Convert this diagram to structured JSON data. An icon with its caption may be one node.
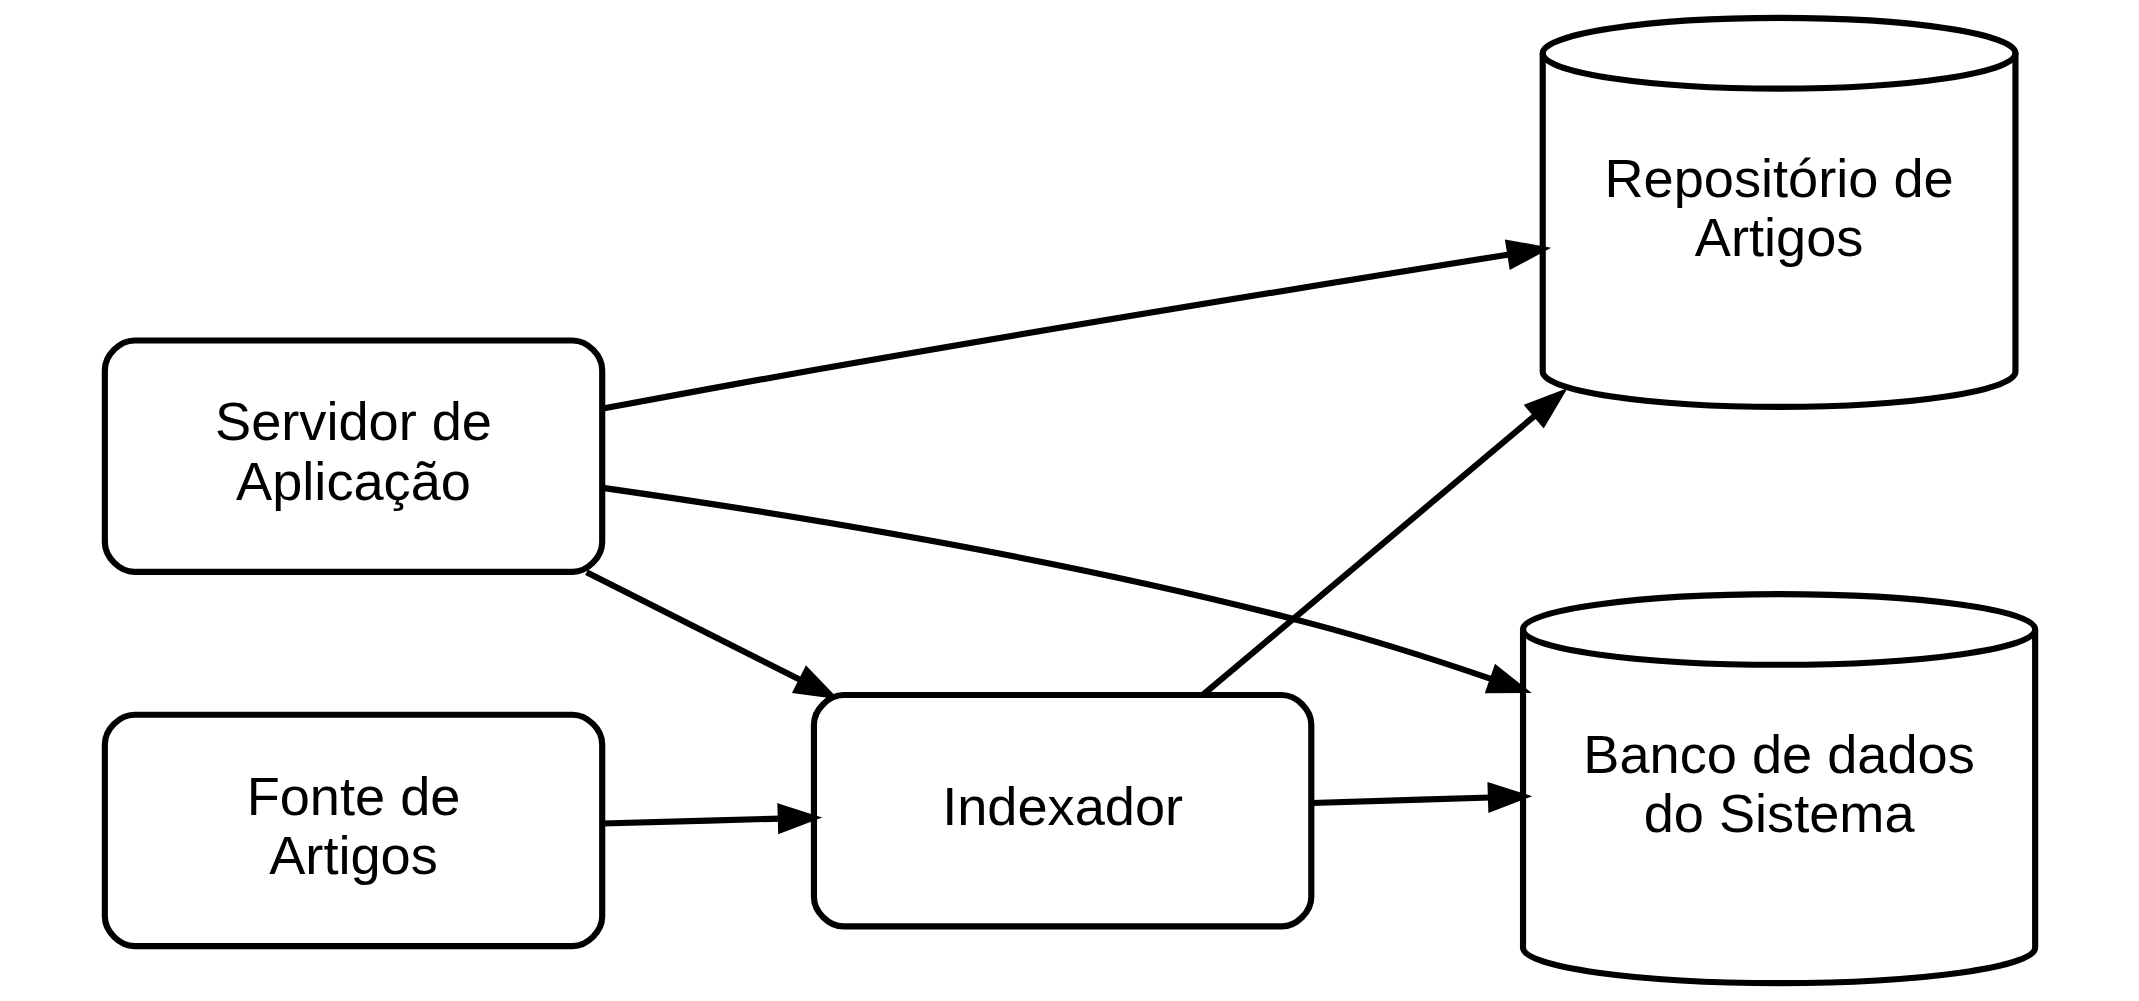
{
  "diagram": {
    "nodes": [
      {
        "text": [
          "Fonte de Artigos"
        ]
      },
      {
        "text": [
          "Indexador"
        ]
      },
      {
        "text": [
          "Banco de dados do Sistema"
        ]
      },
      {
        "text": [
          "Repositório de Artigos"
        ]
      },
      {
        "text": [
          "Servidor de Aplicação"
        ]
      }
    ],
    "edges": [
      {
        "from": 0,
        "to": 1,
        "arrow": "to"
      },
      {
        "from": 1,
        "to": 2,
        "arrow": "to"
      },
      {
        "from": 1,
        "to": 3,
        "arrow": "to"
      },
      {
        "from": 4,
        "to": 1,
        "arrow": "to"
      },
      {
        "from": 4,
        "to": 2,
        "arrow": "to"
      },
      {
        "from": 4,
        "to": 3,
        "arrow": "to"
      }
    ]
  }
}
